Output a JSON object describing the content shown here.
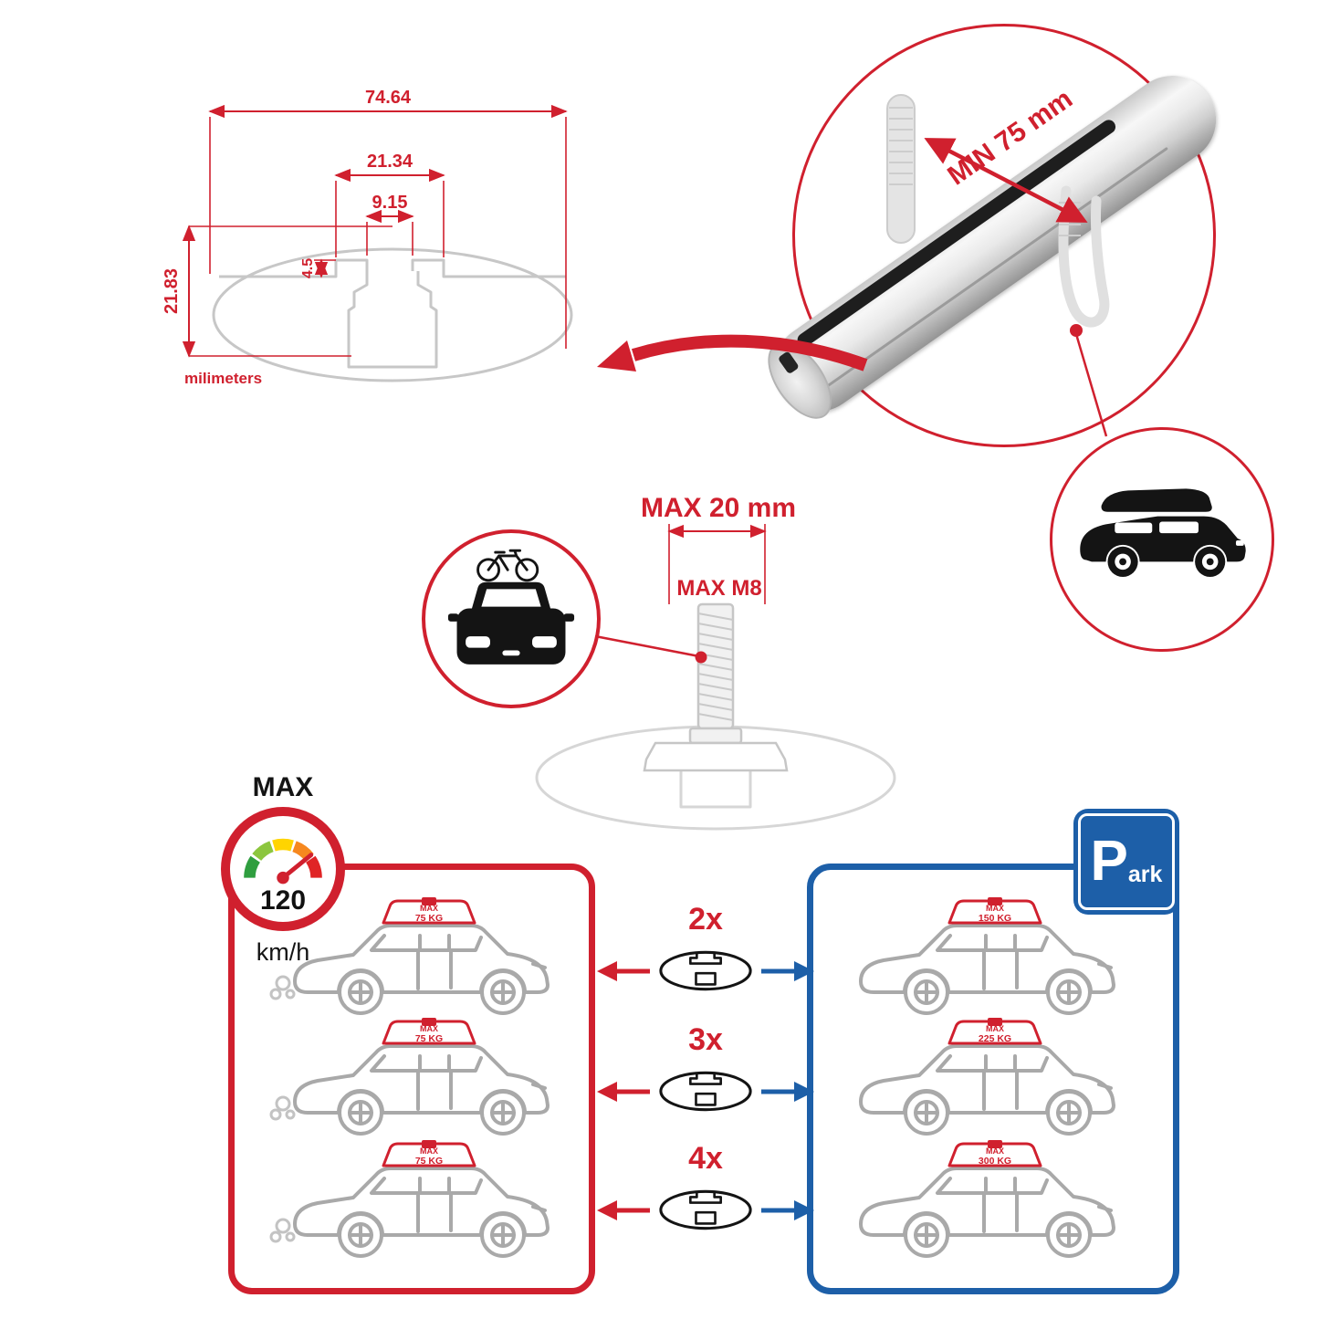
{
  "colors": {
    "red": "#d0202e",
    "blue": "#1d5fa8",
    "ink": "#141414",
    "gray": "#a9a9a9"
  },
  "cross_section": {
    "width_total": "74.64",
    "width_channel": "21.34",
    "width_slot": "9.15",
    "step_height": "4.5",
    "height_total": "21.83",
    "units": "milimeters"
  },
  "bar_view": {
    "min_spacing": "MIN 75 mm"
  },
  "bolt_view": {
    "max_width": "MAX 20 mm",
    "max_thread": "MAX M8"
  },
  "speed": {
    "label": "MAX",
    "value": "120",
    "unit": "km/h"
  },
  "parking": {
    "letter": "P",
    "suffix": "ark"
  },
  "rows": [
    {
      "count": "2x",
      "drive": {
        "l1": "MAX",
        "l2": "75 KG"
      },
      "park": {
        "l1": "MAX",
        "l2": "150 KG"
      }
    },
    {
      "count": "3x",
      "drive": {
        "l1": "MAX",
        "l2": "75 KG"
      },
      "park": {
        "l1": "MAX",
        "l2": "225 KG"
      }
    },
    {
      "count": "4x",
      "drive": {
        "l1": "MAX",
        "l2": "75 KG"
      },
      "park": {
        "l1": "MAX",
        "l2": "300 KG"
      }
    }
  ]
}
